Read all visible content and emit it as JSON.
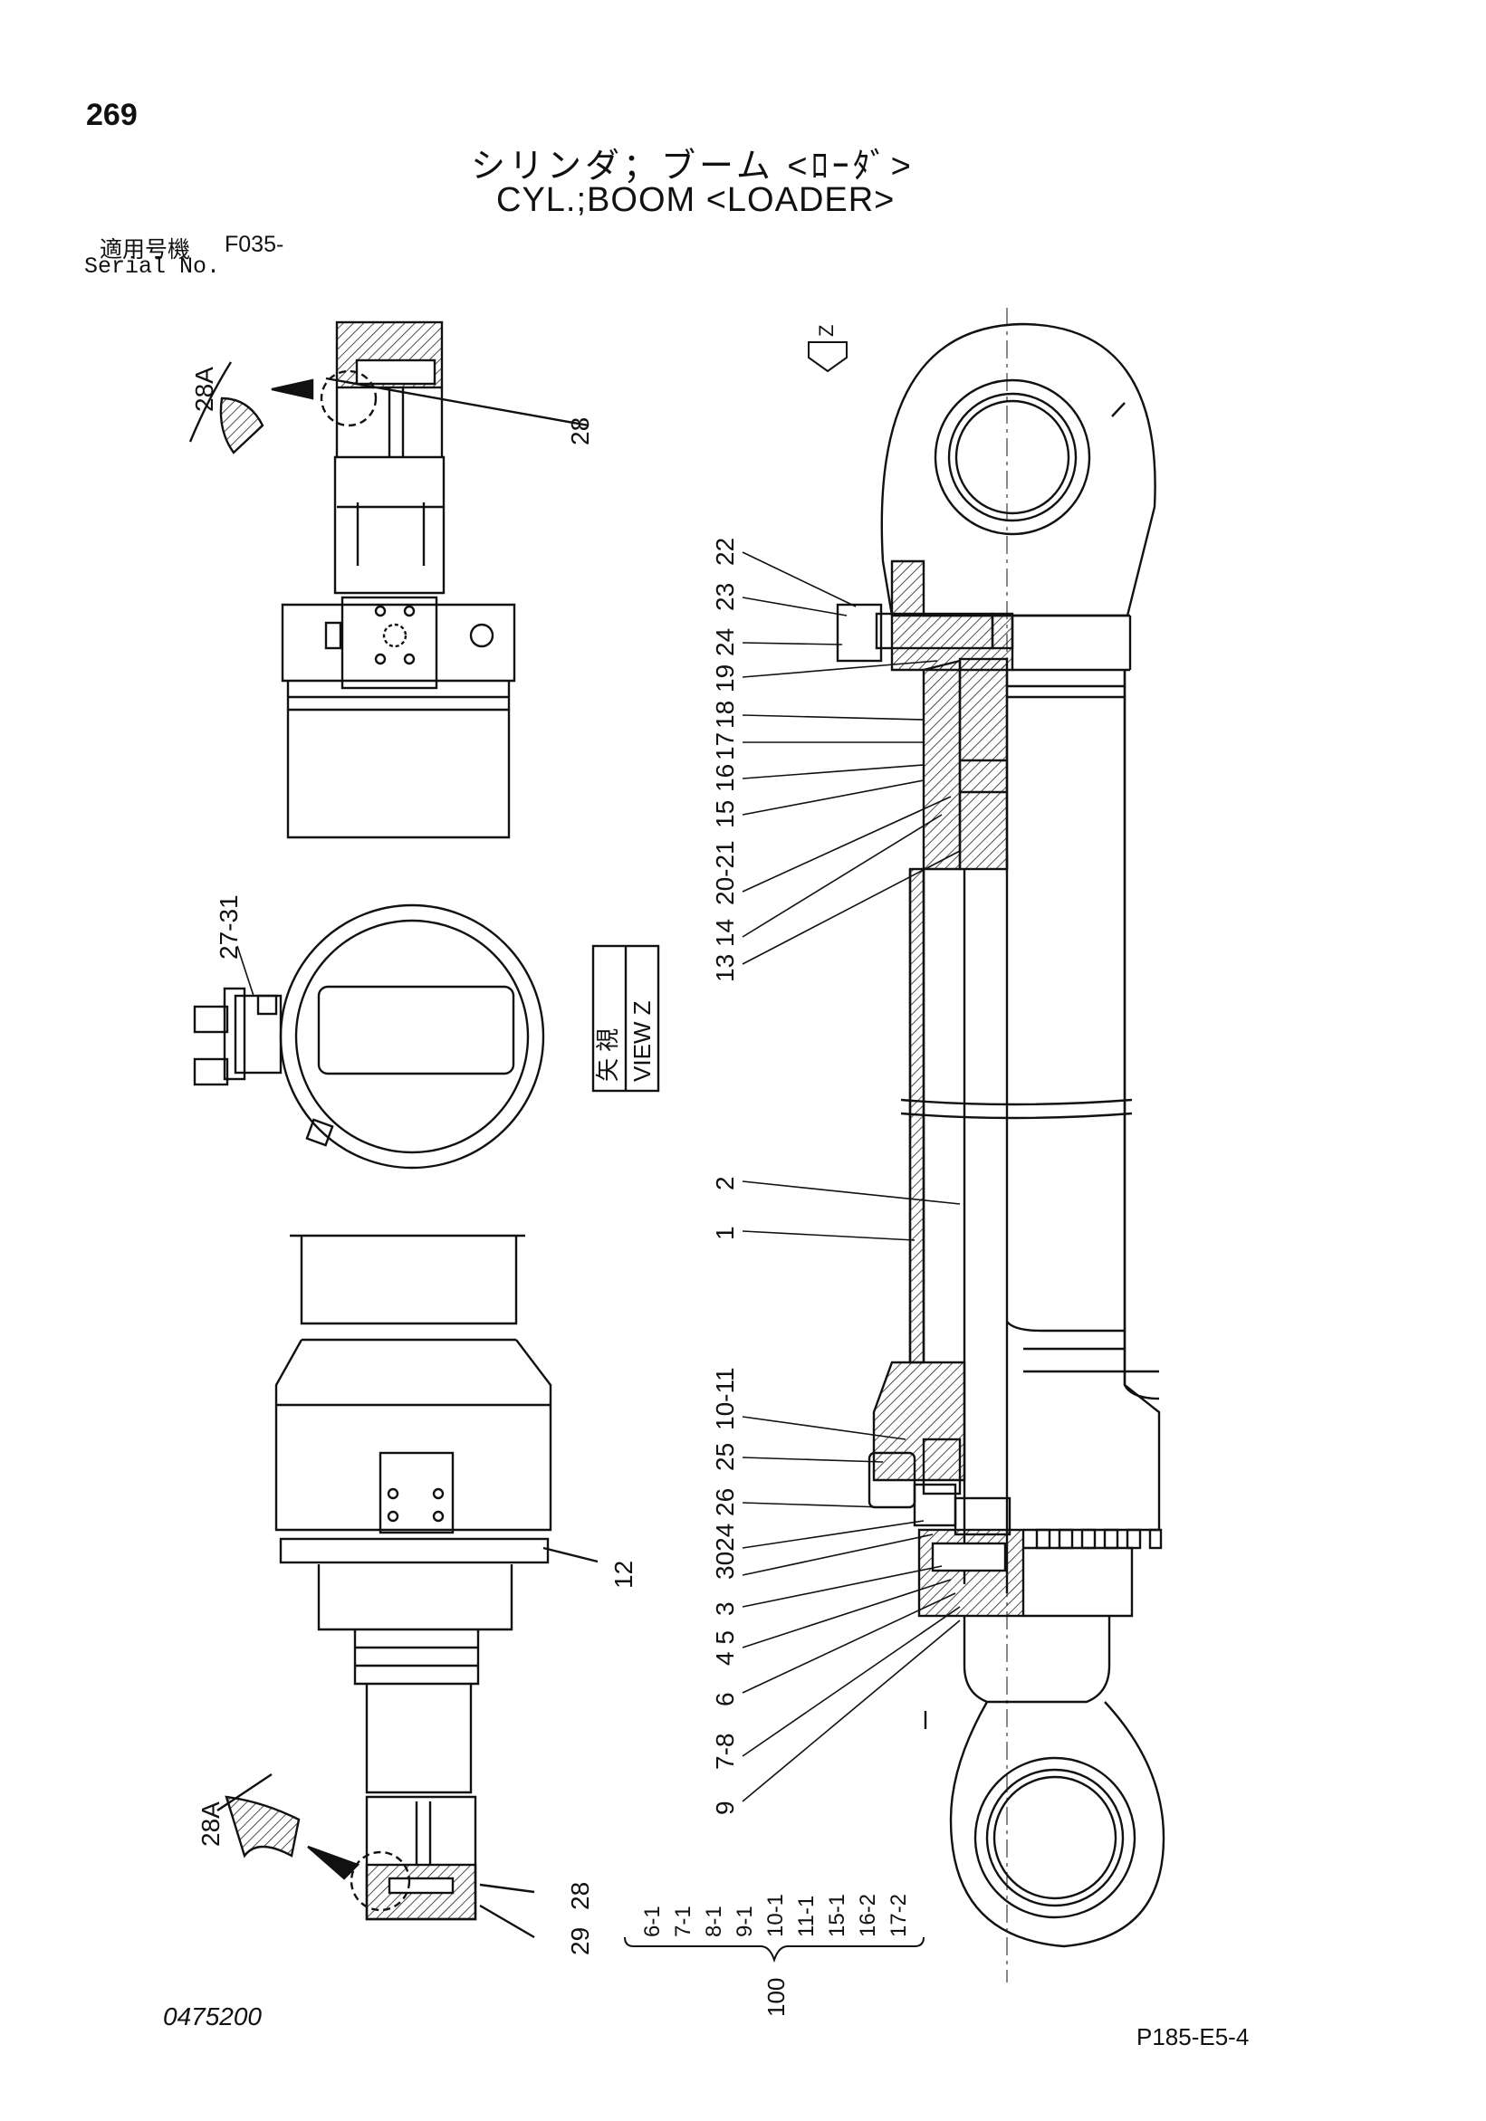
{
  "header": {
    "page_number": "269",
    "title_jp": "シリンダ；ブーム <ﾛｰﾀﾞ>",
    "title_en": "CYL.;BOOM <LOADER>",
    "serial_label_jp": "適用号機",
    "serial_value": "F035-",
    "serial_label_en": "Serial No."
  },
  "footer": {
    "drawing_number": "0475200",
    "page_code": "P185-E5-4"
  },
  "view": {
    "arrow_label": "Z",
    "label_jp": "矢 視",
    "label_en": "VIEW Z"
  },
  "callouts": {
    "left_top_28a": "28A",
    "left_top_28": "28",
    "view_27_31": "27-31",
    "left_12": "12",
    "left_bottom_28a": "28A",
    "left_bottom_28": "28",
    "left_bottom_29": "29",
    "main": [
      "22",
      "23",
      "24",
      "19",
      "18",
      "17",
      "16",
      "15",
      "20-21",
      "13 14",
      "2",
      "1",
      "10-11",
      "25",
      "26",
      "3024",
      "3",
      "4 5",
      "6",
      "7-8",
      "9"
    ]
  },
  "kit": {
    "number": "100",
    "items": [
      "6-1",
      "7-1",
      "8-1",
      "9-1",
      "10-1",
      "11-1",
      "15-1",
      "16-2",
      "17-2"
    ]
  }
}
